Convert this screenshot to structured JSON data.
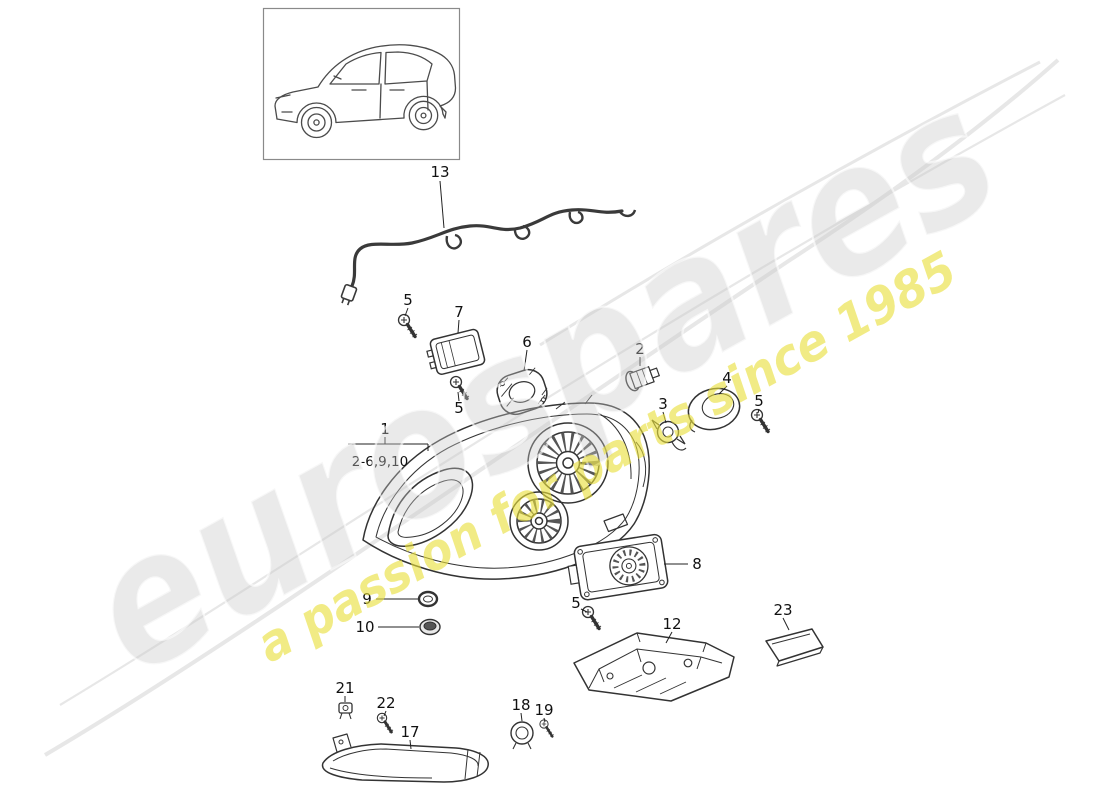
{
  "watermark": {
    "brand": "eurospares",
    "tagline": "a passion for parts since 1985",
    "brand_color": "#c9c9c9",
    "tagline_color": "#e8df3a"
  },
  "callouts": {
    "c13": "13",
    "c5a": "5",
    "c7": "7",
    "c6": "6",
    "c2": "2",
    "c4": "4",
    "c3": "3",
    "c5b": "5",
    "c5c": "5",
    "c1": "1",
    "c1_includes": "2-6,9,10",
    "c8": "8",
    "c5d": "5",
    "c9": "9",
    "c10": "10",
    "c12": "12",
    "c23": "23",
    "c21": "21",
    "c22": "22",
    "c17": "17",
    "c18": "18",
    "c19": "19"
  }
}
